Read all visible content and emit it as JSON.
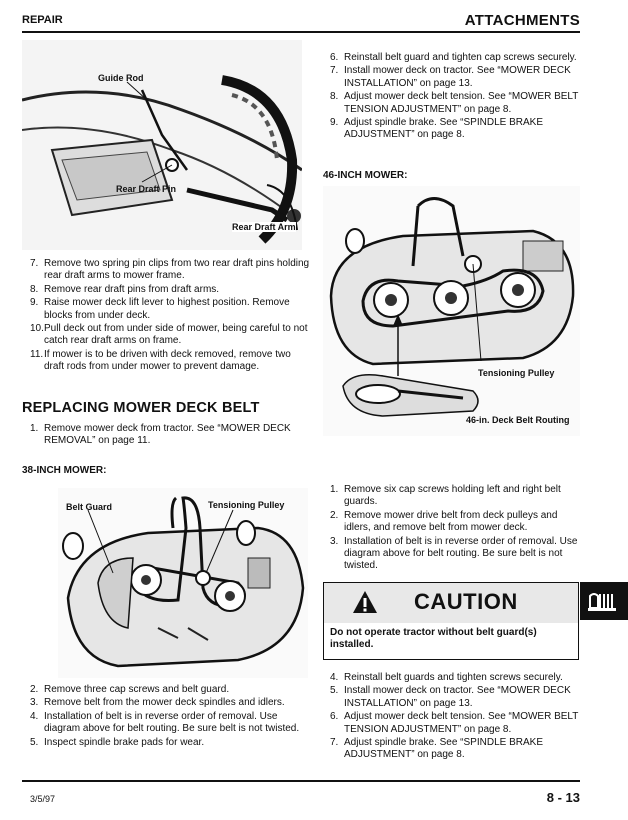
{
  "header": {
    "left": "REPAIR",
    "right": "ATTACHMENTS"
  },
  "footer": {
    "left": "3/5/97",
    "right": "8 - 13"
  },
  "figure_top_left": {
    "labels": {
      "guide_rod": "Guide Rod",
      "rear_draft_pin": "Rear Draft Pin",
      "rear_draft_arm": "Rear Draft Arm"
    }
  },
  "removal_steps": [
    {
      "num": "7.",
      "text": "Remove two spring pin clips from two rear draft pins holding rear draft arms to mower frame."
    },
    {
      "num": "8.",
      "text": "Remove rear draft pins from draft arms."
    },
    {
      "num": "9.",
      "text": "Raise mower deck lift lever to highest position. Remove blocks from under deck."
    },
    {
      "num": "10.",
      "text": "Pull deck out from under side of mower, being careful to not catch rear draft arms on frame."
    },
    {
      "num": "11.",
      "text": "If mower is to be driven with deck removed, remove two draft rods from under mower to prevent damage."
    }
  ],
  "section": {
    "title": "REPLACING MOWER DECK  BELT",
    "intro": {
      "num": "1.",
      "text": "Remove mower deck from tractor. See “MOWER DECK REMOVAL” on page 11."
    }
  },
  "mower38": {
    "title": "38-INCH MOWER:",
    "labels": {
      "belt_guard": "Belt Guard",
      "tensioning_pulley": "Tensioning Pulley"
    },
    "steps": [
      {
        "num": "2.",
        "text": "Remove three cap screws and belt guard."
      },
      {
        "num": "3.",
        "text": "Remove belt from the mower deck spindles and idlers."
      },
      {
        "num": "4.",
        "text": "Installation of belt is in reverse order of removal. Use diagram above for belt routing. Be sure belt is not twisted."
      },
      {
        "num": "5.",
        "text": "Inspect spindle brake pads for wear."
      }
    ]
  },
  "right_top_steps": [
    {
      "num": "6.",
      "text": "Reinstall belt guard and tighten cap screws securely."
    },
    {
      "num": "7.",
      "text": "Install mower deck on tractor. See “MOWER DECK INSTALLATION” on page 13."
    },
    {
      "num": "8.",
      "text": "Adjust mower deck belt tension. See “MOWER BELT TENSION ADJUSTMENT” on page 8."
    },
    {
      "num": "9.",
      "text": "Adjust spindle brake. See “SPINDLE BRAKE ADJUSTMENT” on page 8."
    }
  ],
  "mower46": {
    "title": "46-INCH MOWER:",
    "labels": {
      "tensioning_pulley": "Tensioning Pulley",
      "belt_routing": "46-in. Deck Belt Routing"
    },
    "steps": [
      {
        "num": "1.",
        "text": "Remove six cap screws holding left and right belt guards."
      },
      {
        "num": "2.",
        "text": "Remove mower drive belt from deck pulleys and idlers, and remove belt from mower deck."
      },
      {
        "num": "3.",
        "text": "Installation of belt is in reverse order of removal. Use diagram above for belt routing. Be sure belt is not twisted."
      }
    ]
  },
  "caution": {
    "word": "CAUTION",
    "text": "Do not operate tractor without belt guard(s) installed."
  },
  "final_steps": [
    {
      "num": "4.",
      "text": "Reinstall belt guards and tighten screws securely."
    },
    {
      "num": "5.",
      "text": "Install mower deck on tractor. See “MOWER DECK INSTALLATION” on page 13."
    },
    {
      "num": "6.",
      "text": "Adjust mower deck belt tension. See “MOWER BELT TENSION ADJUSTMENT” on page 8."
    },
    {
      "num": "7.",
      "text": "Adjust spindle brake. See “SPINDLE BRAKE ADJUSTMENT” on page 8."
    }
  ]
}
